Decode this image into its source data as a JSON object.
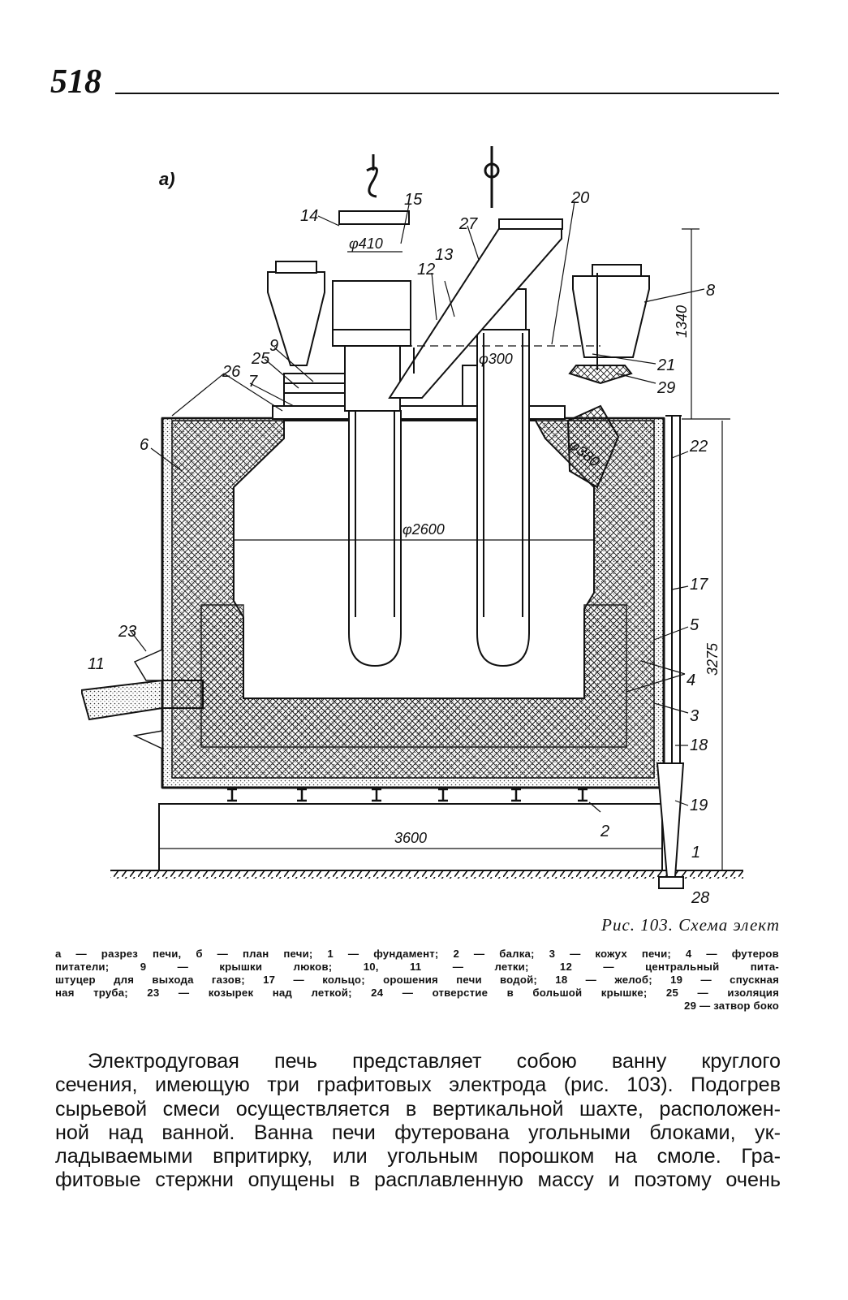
{
  "page": {
    "number": "518"
  },
  "figure": {
    "panel_label": "а)",
    "labels": {
      "l1": "1",
      "l2": "2",
      "l3": "3",
      "l4": "4",
      "l5": "5",
      "l6": "6",
      "l7": "7",
      "l8": "8",
      "l9": "9",
      "l11": "11",
      "l12": "12",
      "l13": "13",
      "l14": "14",
      "l15": "15",
      "l17": "17",
      "l18": "18",
      "l19": "19",
      "l20": "20",
      "l21": "21",
      "l22": "22",
      "l23": "23",
      "l25": "25",
      "l26": "26",
      "l27": "27",
      "l28": "28",
      "l29": "29"
    },
    "dimensions": {
      "d410": "φ410",
      "d300": "φ300",
      "d380": "φ380",
      "d2600": "φ2600",
      "d3600": "3600",
      "d1340": "1340",
      "d3275": "3275"
    },
    "title": "Рис. 103. Схема элект",
    "caption_lines": [
      "а — разрез печи, б — план печи; 1 — фундамент; 2 — балка; 3 — кожух печи; 4 — футеров",
      "питатели; 9 — крышки люков; 10, 11 — летки; 12 — центральный пита-",
      "штуцер для выхода газов; 17 — кольцо; орошения печи водой; 18 — желоб; 19 — спускная",
      "ная труба; 23 — козырек над леткой; 24 — отверстие в большой крышке; 25 — изоляция",
      "29 — затвор боко"
    ]
  },
  "body": {
    "lines": [
      "Электродуговая печь представляет собою ванну круглого",
      "сечения, имеющую три графитовых электрода (рис. 103). Подогрев",
      "сырьевой смеси осуществляется в вертикальной шахте, расположен-",
      "ной над ванной. Ванна печи футерована угольными блоками, ук-",
      "ладываемыми впритирку, или угольным порошком на смоле. Гра-",
      "фитовые стержни опущены в расплавленную массу и поэтому очень"
    ]
  },
  "colors": {
    "ink": "#111111",
    "paper": "#ffffff"
  }
}
